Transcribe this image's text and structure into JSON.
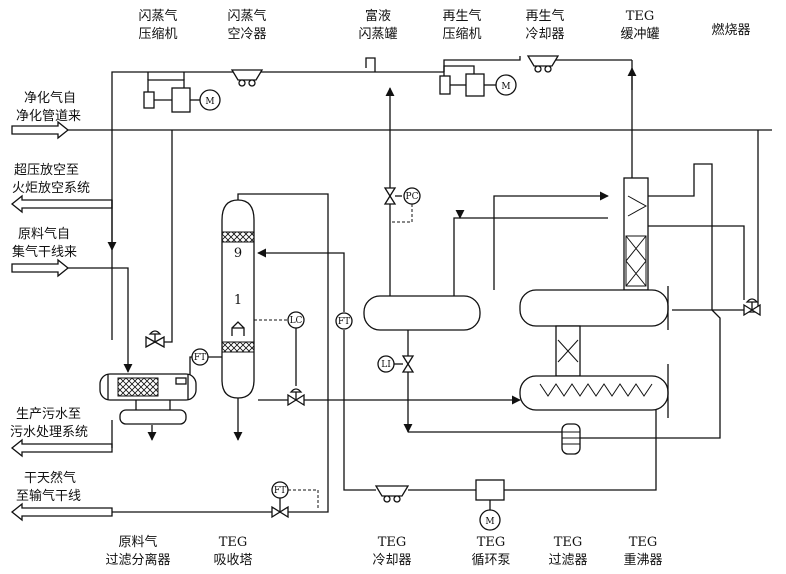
{
  "top_labels": {
    "flash_gas_compressor": [
      "闪蒸气",
      "压缩机"
    ],
    "flash_gas_air_cooler": [
      "闪蒸气",
      "空冷器"
    ],
    "rich_liquid_flash_tank": [
      "富液",
      "闪蒸罐"
    ],
    "regen_gas_compressor": [
      "再生气",
      "压缩机"
    ],
    "regen_gas_cooler": [
      "再生气",
      "冷却器"
    ],
    "teg_buffer_tank": [
      "TEG",
      "缓冲罐"
    ],
    "burner": [
      "燃烧器"
    ]
  },
  "left_labels": {
    "purified_gas": [
      "净化气自",
      "净化管道来"
    ],
    "overpressure_vent": [
      "超压放空至",
      "火炬放空系统"
    ],
    "raw_gas": [
      "原料气自",
      "集气干线来"
    ],
    "sewage": [
      "生产污水至",
      "污水处理系统"
    ],
    "dry_gas": [
      "干天然气",
      "至输气干线"
    ]
  },
  "bottom_labels": {
    "raw_gas_filter_separator": [
      "原料气",
      "过滤分离器"
    ],
    "teg_absorber": [
      "TEG",
      "吸收塔"
    ],
    "teg_cooler": [
      "TEG",
      "冷却器"
    ],
    "teg_circulation_pump": [
      "TEG",
      "循环泵"
    ],
    "teg_filter": [
      "TEG",
      "过滤器"
    ],
    "teg_reboiler": [
      "TEG",
      "重沸器"
    ]
  },
  "instruments": {
    "pc": "PC",
    "lc": "LC",
    "li": "LI",
    "ft_feed": "FT",
    "ft_return": "FT",
    "ft_dry": "FT",
    "motor_flash": "M",
    "motor_regen": "M",
    "motor_pump": "M"
  },
  "absorber": {
    "tray_top": "9",
    "tray_bottom": "1"
  }
}
